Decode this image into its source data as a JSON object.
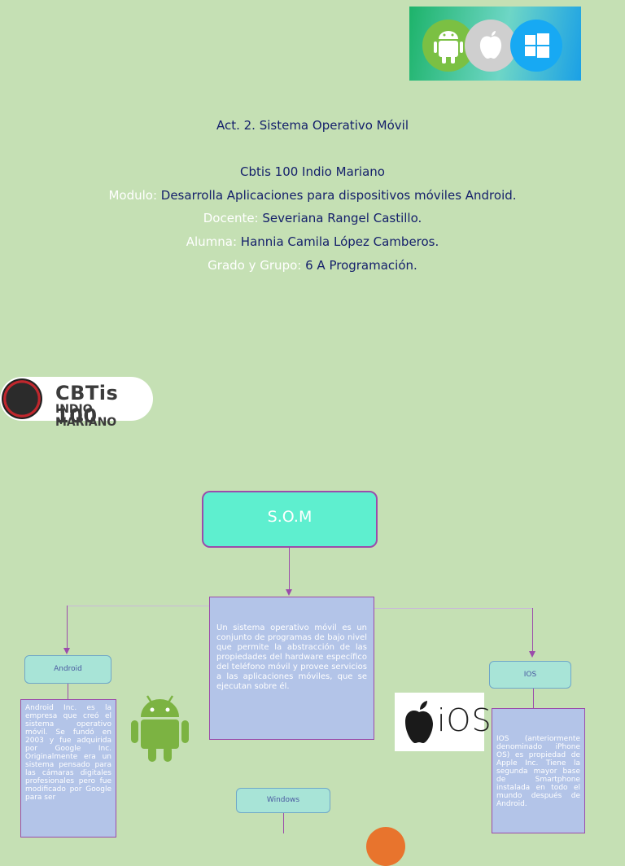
{
  "header": {
    "activity_title": "Act. 2. Sistema Operativo Móvil",
    "school": "Cbtis 100 Indio Mariano",
    "rows": [
      {
        "label": "Modulo:",
        "value": "Desarrolla Aplicaciones para dispositivos móviles Android."
      },
      {
        "label": "Docente:",
        "value": "Severiana Rangel Castillo."
      },
      {
        "label": "Alumna:",
        "value": "Hannia Camila López Camberos."
      },
      {
        "label": "Grado y Grupo:",
        "value": "6 A Programación."
      }
    ]
  },
  "logo": {
    "line1": "CBTis 100",
    "line2": "INDIO MARIANO"
  },
  "diagram": {
    "root": "S.O.M",
    "definition": "Un sistema operativo móvil es un conjunto de programas de bajo nivel que permite la abstracción de las propiedades del hardware específico del teléfono móvil y provee servicios a las aplicaciones móviles, que se ejecutan sobre él.",
    "android": {
      "label": "Android",
      "text": "Android Inc. es la empresa que creó el sistema operativo móvil. Se fundó en 2003 y fue adquirida por Google Inc. Originalmente era un sistema pensado para las cámaras digitales profesionales pero fue modificado por Google para ser"
    },
    "ios": {
      "label": "IOS",
      "text": "IOS (anteriormente denominado iPhone OS) es propiedad de Apple Inc. Tiene la segunda mayor base de Smartphone instalada en todo el mundo después de Android.",
      "logo_text": "iOS"
    },
    "windows": {
      "label": "Windows"
    }
  },
  "colors": {
    "background": "#c5e0b4",
    "navy": "#15206b",
    "teal": "#5eefcf",
    "purple": "#9b4cab",
    "lavender": "#b3c4e8"
  }
}
